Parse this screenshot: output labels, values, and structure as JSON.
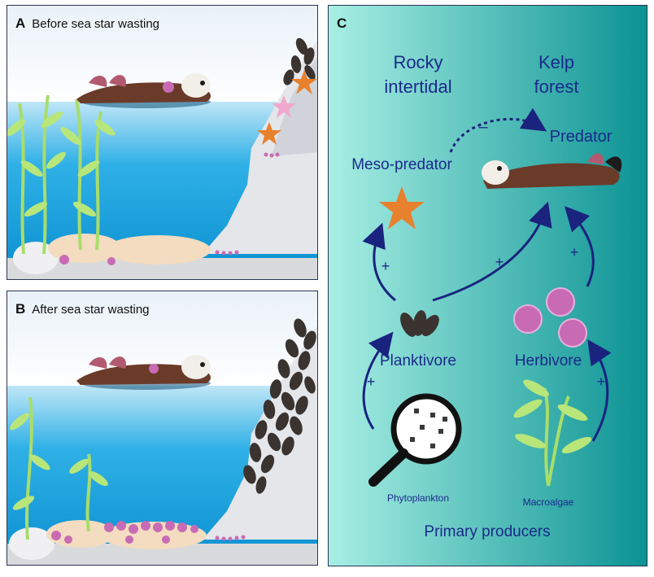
{
  "panels": {
    "a": {
      "letter": "A",
      "title": "Before sea star wasting"
    },
    "b": {
      "letter": "B",
      "title": "After sea star wasting"
    },
    "c": {
      "letter": "C"
    }
  },
  "web": {
    "habitat_left": "Rocky intertidal",
    "habitat_right": "Kelp forest",
    "predator": "Predator",
    "meso_predator": "Meso-predator",
    "planktivore": "Planktivore",
    "herbivore": "Herbivore",
    "phytoplankton": "Phytoplankton",
    "macroalgae": "Macroalgae",
    "primary_producers": "Primary producers",
    "sign_negative": "–",
    "sign_positive": "+"
  },
  "colors": {
    "label_text": "#1b2a8a",
    "arrow": "#1a237e",
    "panel_c_gradient_start": "#a8efe4",
    "panel_c_gradient_end": "#0a9293",
    "kelp": "#a9dd6a",
    "sea_star": "#e8812e",
    "urchin": "#c96bb4"
  }
}
